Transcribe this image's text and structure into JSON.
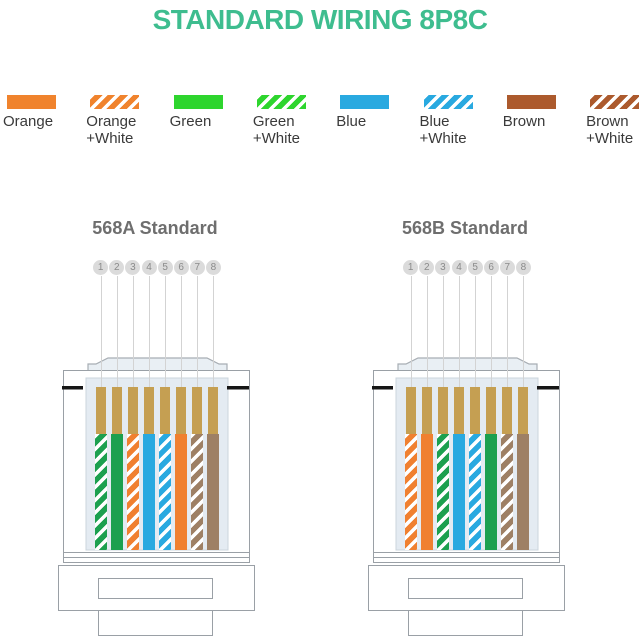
{
  "title": "STANDARD WIRING 8P8C",
  "title_color": "#3EBD8F",
  "legend": {
    "items": [
      {
        "label": "Orange",
        "label2": "",
        "color": "#F0832D",
        "striped": false
      },
      {
        "label": "Orange",
        "label2": "+White",
        "color": "#F0832D",
        "striped": true
      },
      {
        "label": "Green",
        "label2": "",
        "color": "#2ED52E",
        "striped": false
      },
      {
        "label": "Green",
        "label2": "+White",
        "color": "#2ED52E",
        "striped": true
      },
      {
        "label": "Blue",
        "label2": "",
        "color": "#29A9E0",
        "striped": false
      },
      {
        "label": "Blue",
        "label2": "+White",
        "color": "#29A9E0",
        "striped": true
      },
      {
        "label": "Brown",
        "label2": "",
        "color": "#AC5A2D",
        "striped": false
      },
      {
        "label": "Brown",
        "label2": "+White",
        "color": "#AC5A2D",
        "striped": true
      }
    ]
  },
  "wire_colors": {
    "orange": "#F08030",
    "green": "#1CA04F",
    "blue": "#29A9E0",
    "brown": "#9E8065"
  },
  "shell": {
    "outline": "#9AA0A6",
    "body_fill": "#FFFFFF",
    "inner_fill": "#E4EBF2",
    "latch_fill": "#E9EFF4",
    "tab_color": "#161616",
    "pin_color": "#C59F52",
    "pin_circle_bg": "#DBDBDB",
    "pin_circle_text": "#8A8A8A",
    "guide_line": "#D3D3D3"
  },
  "diagrams": [
    {
      "heading": "568A Standard",
      "pin_numbers": [
        "1",
        "2",
        "3",
        "4",
        "5",
        "6",
        "7",
        "8"
      ],
      "wires": [
        {
          "color": "green",
          "striped": true
        },
        {
          "color": "green",
          "striped": false
        },
        {
          "color": "orange",
          "striped": true
        },
        {
          "color": "blue",
          "striped": false
        },
        {
          "color": "blue",
          "striped": true
        },
        {
          "color": "orange",
          "striped": false
        },
        {
          "color": "brown",
          "striped": true
        },
        {
          "color": "brown",
          "striped": false
        }
      ]
    },
    {
      "heading": "568B Standard",
      "pin_numbers": [
        "1",
        "2",
        "3",
        "4",
        "5",
        "6",
        "7",
        "8"
      ],
      "wires": [
        {
          "color": "orange",
          "striped": true
        },
        {
          "color": "orange",
          "striped": false
        },
        {
          "color": "green",
          "striped": true
        },
        {
          "color": "blue",
          "striped": false
        },
        {
          "color": "blue",
          "striped": true
        },
        {
          "color": "green",
          "striped": false
        },
        {
          "color": "brown",
          "striped": true
        },
        {
          "color": "brown",
          "striped": false
        }
      ]
    }
  ]
}
